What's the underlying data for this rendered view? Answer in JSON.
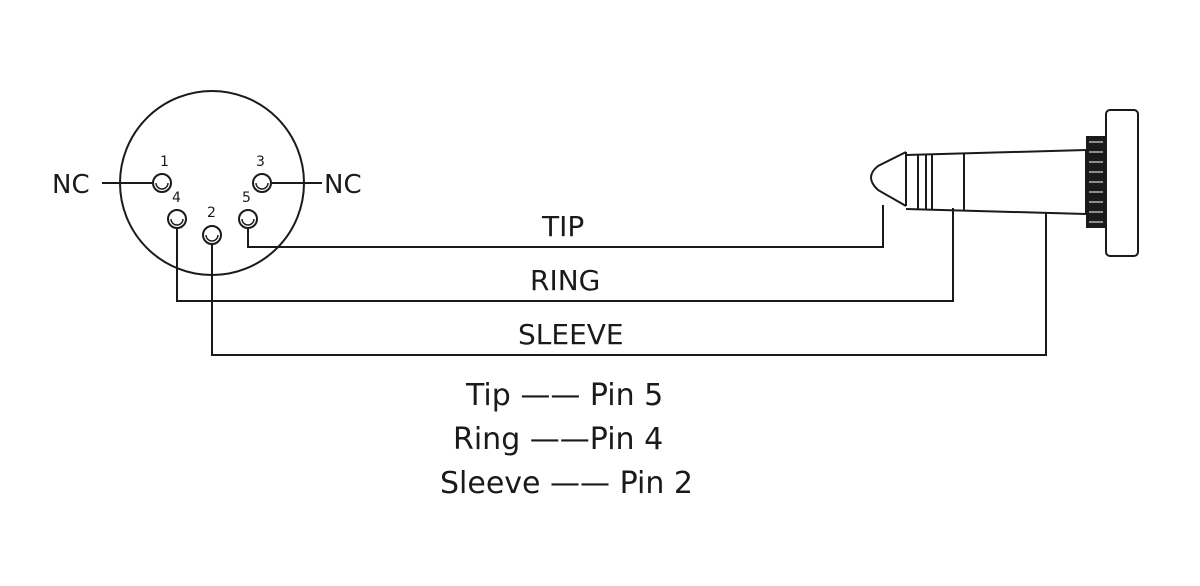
{
  "connector": {
    "nc_left": "NC",
    "nc_right": "NC",
    "pins": [
      "1",
      "2",
      "3",
      "4",
      "5"
    ]
  },
  "wires": {
    "tip": "TIP",
    "ring": "RING",
    "sleeve": "SLEEVE"
  },
  "legend": [
    "Tip —— Pin  5",
    "Ring  ——Pin  4",
    "Sleeve —— Pin  2"
  ],
  "colors": {
    "ink": "#1a1a1a",
    "background": "#ffffff"
  }
}
